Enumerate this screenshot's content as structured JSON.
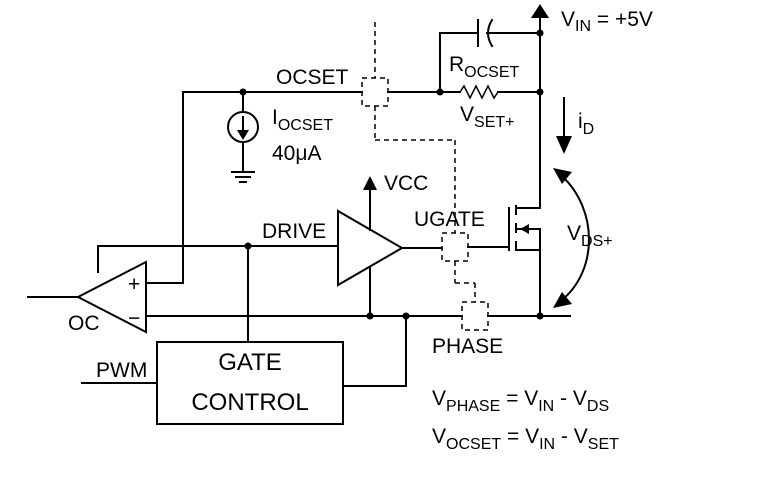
{
  "labels": {
    "vin_main": "V",
    "vin_sub": "IN",
    "vin_val": " = +5V",
    "ocset": "OCSET",
    "rocset_main": "R",
    "rocset_sub": "OCSET",
    "vset_main": "V",
    "vset_sub": "SET+",
    "iocset_main": "I",
    "iocset_sub": "OCSET",
    "iocset_val": "40μA",
    "id_main": "i",
    "id_sub": "D",
    "vcc": "VCC",
    "drive": "DRIVE",
    "ugate": "UGATE",
    "vds_main": "V",
    "vds_sub": "DS+",
    "oc": "OC",
    "plus": "+",
    "minus": "−",
    "phase": "PHASE",
    "pwm": "PWM",
    "gate": "GATE",
    "control": "CONTROL"
  },
  "equations": {
    "eq1_a": "V",
    "eq1_a_sub": "PHASE",
    "eq1_b": " = V",
    "eq1_b_sub": "IN",
    "eq1_c": " - V",
    "eq1_c_sub": "DS",
    "eq2_a": "V",
    "eq2_a_sub": "OCSET",
    "eq2_b": " = V",
    "eq2_b_sub": "IN",
    "eq2_c": " - V",
    "eq2_c_sub": "SET"
  }
}
